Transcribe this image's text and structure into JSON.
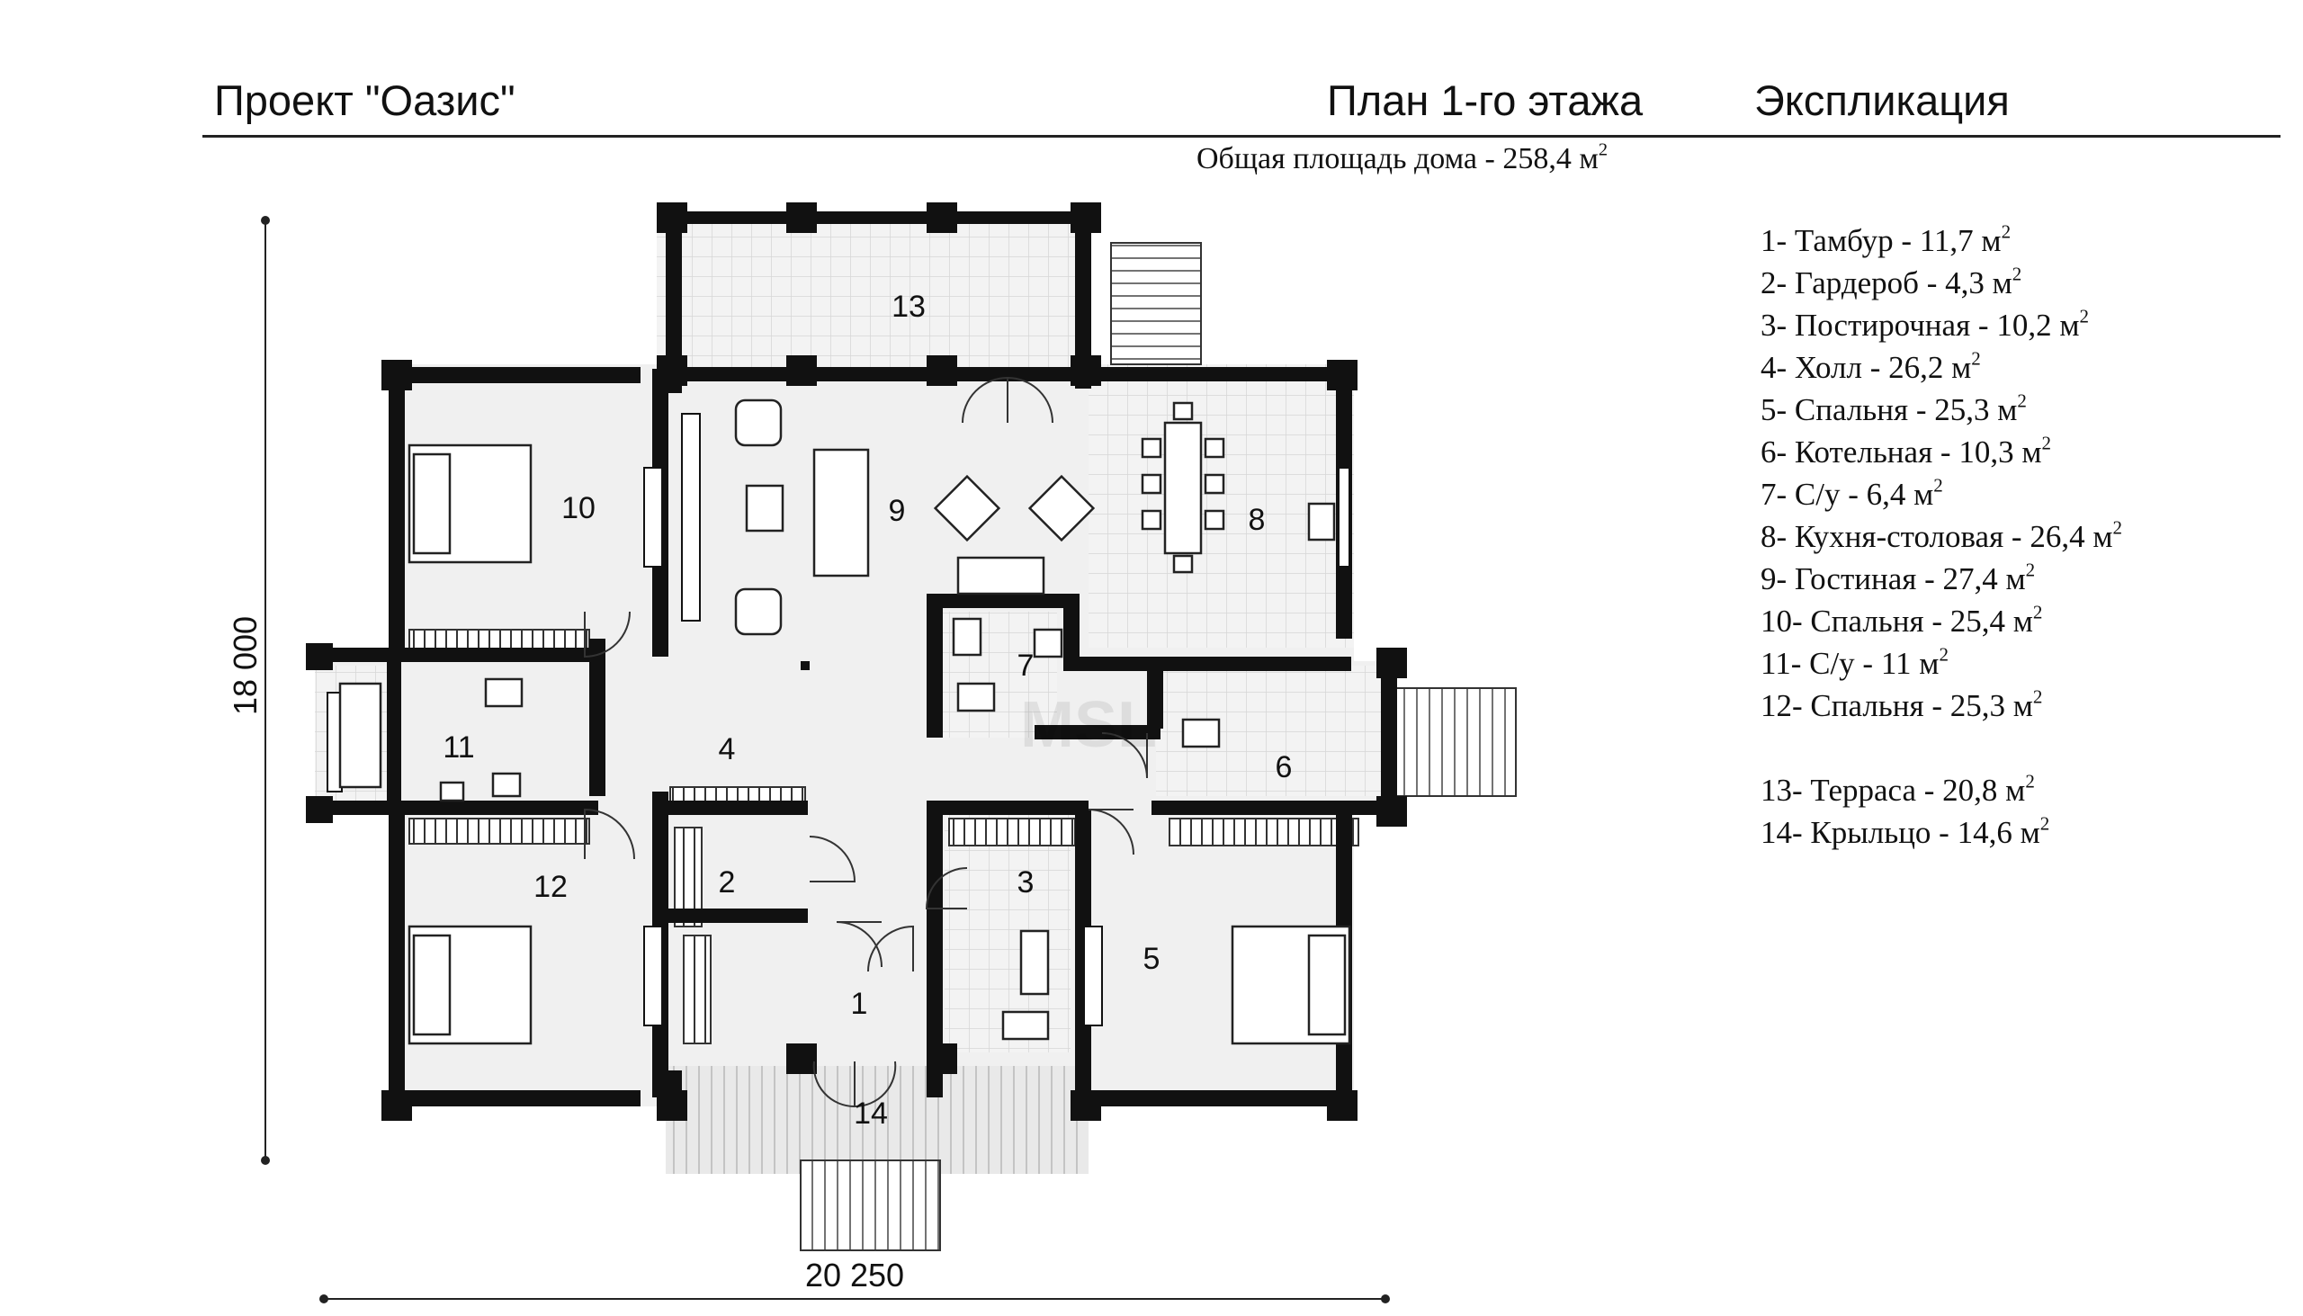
{
  "header": {
    "project_title": "Проект \"Оазис\"",
    "plan_title": "План 1-го этажа",
    "explication_title": "Экспликация"
  },
  "total_area": {
    "label": "Общая площадь дома - 258,4 м",
    "unit_power": "2"
  },
  "explication": [
    {
      "text": "1- Тамбур - 11,7 м",
      "power": "2"
    },
    {
      "text": "2- Гардероб - 4,3 м",
      "power": "2"
    },
    {
      "text": "3- Постирочная - 10,2 м",
      "power": "2"
    },
    {
      "text": "4- Холл - 26,2 м",
      "power": "2"
    },
    {
      "text": "5- Спальня - 25,3 м",
      "power": "2"
    },
    {
      "text": "6- Котельная - 10,3 м",
      "power": "2"
    },
    {
      "text": "7- С/у - 6,4 м",
      "power": "2"
    },
    {
      "text": "8- Кухня-столовая - 26,4 м",
      "power": "2"
    },
    {
      "text": "9- Гостиная - 27,4 м",
      "power": "2"
    },
    {
      "text": "10- Спальня - 25,4 м",
      "power": "2"
    },
    {
      "text": "11- С/у - 11 м",
      "power": "2"
    },
    {
      "text": "12- Спальня - 25,3 м",
      "power": "2"
    },
    {
      "text": "13- Терраса - 20,8 м",
      "power": "2"
    },
    {
      "text": "14- Крыльцо - 14,6 м",
      "power": "2"
    }
  ],
  "plan": {
    "dimension_width": "20 250",
    "dimension_height": "18 000",
    "room_numbers": [
      "1",
      "2",
      "3",
      "4",
      "5",
      "6",
      "7",
      "8",
      "9",
      "10",
      "11",
      "12",
      "13",
      "14"
    ],
    "watermark": "MSL"
  }
}
